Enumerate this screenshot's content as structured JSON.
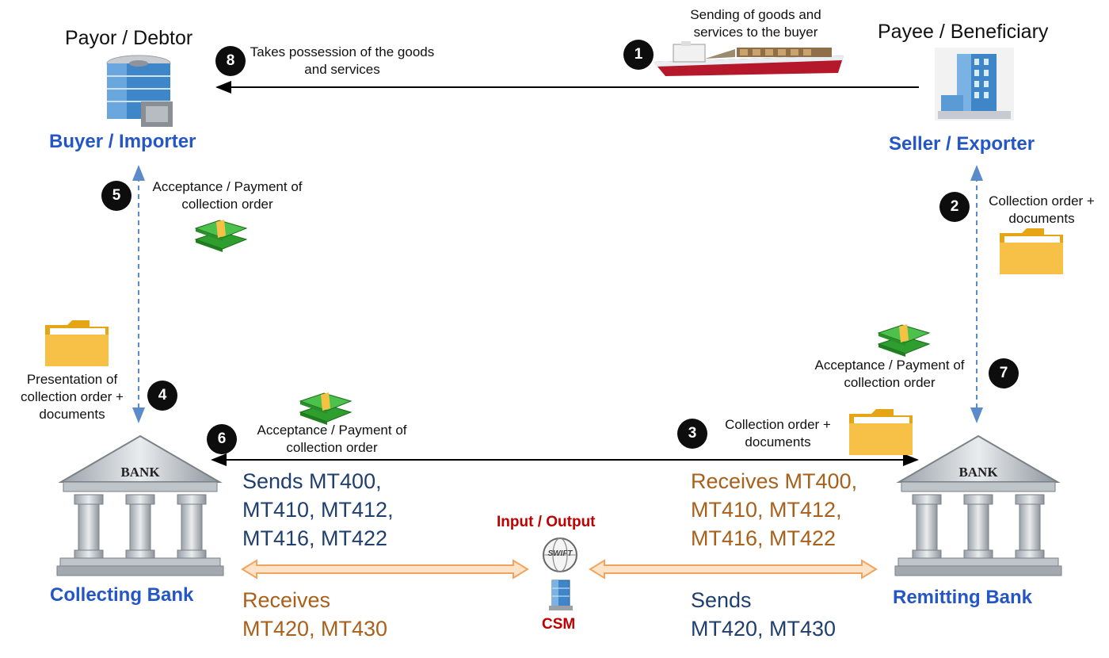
{
  "parties": {
    "buyer": {
      "title": "Payor / Debtor",
      "role": "Buyer / Importer"
    },
    "seller": {
      "title": "Payee / Beneficiary",
      "role": "Seller / Exporter"
    },
    "collecting_bank": {
      "role": "Collecting Bank",
      "sign": "BANK"
    },
    "remitting_bank": {
      "role": "Remitting Bank",
      "sign": "BANK"
    }
  },
  "steps": [
    {
      "number": "1",
      "text": "Sending of goods and services to the buyer"
    },
    {
      "number": "2",
      "text": "Collection order + documents"
    },
    {
      "number": "3",
      "text": "Collection order + documents"
    },
    {
      "number": "4",
      "text": "Presentation of collection order + documents"
    },
    {
      "number": "5",
      "text": "Acceptance / Payment of collection order"
    },
    {
      "number": "6",
      "text": "Acceptance / Payment of collection order"
    },
    {
      "number": "7",
      "text": "Acceptance / Payment of collection order"
    },
    {
      "number": "8",
      "text": "Takes possession of the goods and services"
    }
  ],
  "messages": {
    "collecting_sends": [
      "Sends MT400,",
      "MT410, MT412,",
      "MT416, MT422"
    ],
    "collecting_receives": [
      "Receives",
      "MT420, MT430"
    ],
    "remitting_receives": [
      "Receives MT400,",
      "MT410, MT412,",
      "MT416, MT422"
    ],
    "remitting_sends": [
      "Sends",
      "MT420, MT430"
    ]
  },
  "csm": {
    "top_label": "Input / Output",
    "swift_label": "SWIFT",
    "bottom_label": "CSM"
  },
  "colors": {
    "role_blue": "#2457c5",
    "message_navy": "#1f3f6e",
    "message_brown": "#a8601a",
    "csm_red": "#c00000",
    "dashed_arrow": "#5b8bc9",
    "orange_arrow": "#f2a35c"
  },
  "icons": [
    "office-building-icon",
    "ship-icon",
    "money-stack-icon",
    "folder-icon",
    "bank-icon",
    "swift-globe-icon",
    "server-icon"
  ]
}
